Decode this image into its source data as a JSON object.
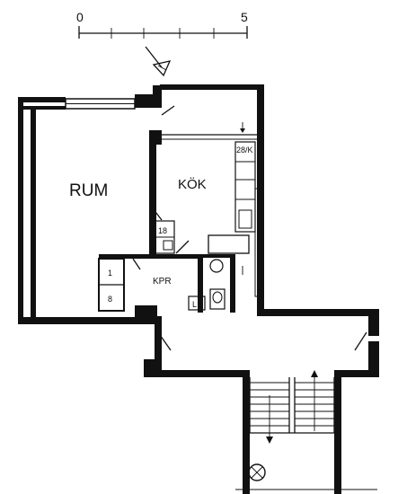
{
  "scale": {
    "start_label": "0",
    "end_label": "5"
  },
  "rooms": {
    "rum": "RUM",
    "kok": "KÖK",
    "kpr": "KPR"
  },
  "storage_labels": [
    "1",
    "8",
    "L"
  ],
  "fixture_labels": [
    "28/K",
    "18"
  ],
  "colors": {
    "ink": "#111111",
    "paper": "#ffffff"
  },
  "icons": [
    "north-arrow-icon",
    "stair-arrow-icon",
    "elevator-symbol-icon"
  ]
}
